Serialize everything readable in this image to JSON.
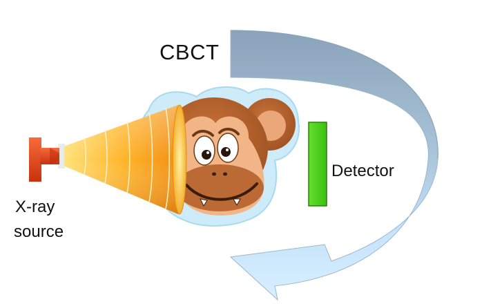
{
  "diagram": {
    "title": "CBCT",
    "detector_label": "Detector",
    "source_label_line1": "X-ray",
    "source_label_line2": "source",
    "colors": {
      "arrow_top": "#8fa8bf",
      "arrow_bottom": "#bfe2fb",
      "cone_light": "#ffd84a",
      "cone_dark": "#f28b12",
      "source_tube": "#e4471b",
      "detector": "#4fd11c",
      "monkey_fur": "#b8642e",
      "monkey_face": "#f4b98e",
      "halo": "#bfe6f7"
    }
  }
}
